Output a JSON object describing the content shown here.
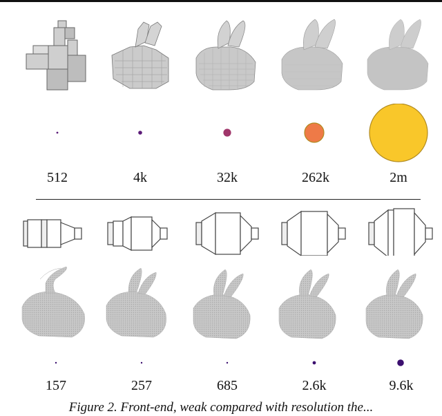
{
  "top_row": {
    "labels": [
      "512",
      "4k",
      "32k",
      "262k",
      "2m"
    ],
    "dot_sizes": [
      1,
      2,
      4,
      10,
      30
    ],
    "dot_colors": [
      "#5b1b78",
      "#5b1b78",
      "#a0366a",
      "#ee7a47",
      "#f9c72a"
    ]
  },
  "bottom_row": {
    "labels": [
      "157",
      "257",
      "685",
      "2.6k",
      "9.6k"
    ],
    "dot_sizes": [
      1,
      1,
      1,
      2,
      4
    ],
    "dot_colors": [
      "#3b0f6f",
      "#3b0f6f",
      "#3b0f6f",
      "#3b0f6f",
      "#3b0f6f"
    ]
  },
  "caption": {
    "text": "Figure 2. Front-end, weak compared with resolution the..."
  }
}
